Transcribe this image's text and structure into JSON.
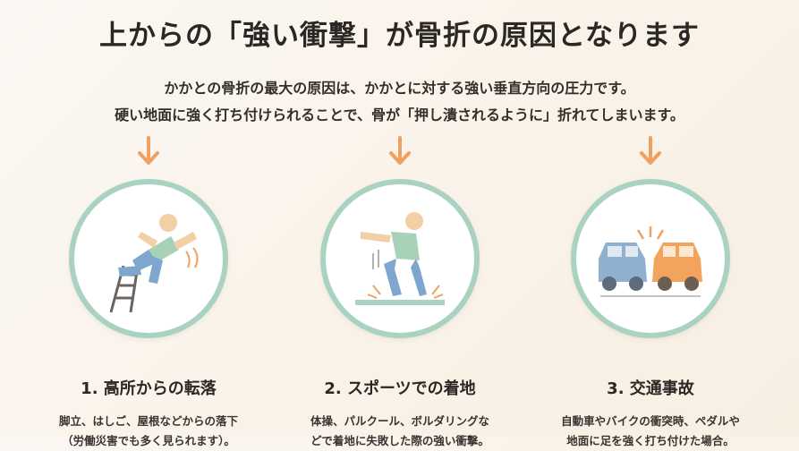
{
  "header": {
    "title": "上からの「強い衝撃」が骨折の原因となります",
    "lead_lines": [
      "かかとの骨折の最大の原因は、かかとに対する強い垂直方向の圧力です。",
      "硬い地面に強く打ち付けられることで、骨が「押し潰されるように」折れてしまいます。"
    ]
  },
  "causes": [
    {
      "title": "1. 高所からの転落",
      "desc_lines": [
        "脚立、はしご、屋根などからの落下",
        "（労働災害でも多く見られます）。"
      ],
      "icon": "falling-person-icon"
    },
    {
      "title": "2. スポーツでの着地",
      "desc_lines": [
        "体操、パルクール、ボルダリングな",
        "どで着地に失敗した際の強い衝撃。"
      ],
      "icon": "jump-landing-icon"
    },
    {
      "title": "3. 交通事故",
      "desc_lines": [
        "自動車やバイクの衝突時、ペダルや",
        "地面に足を強く打ち付けた場合。"
      ],
      "icon": "car-collision-icon"
    }
  ],
  "colors": {
    "accent_arrow": "#f1a15f",
    "circle_border": "#a9d3c0",
    "figure_blue": "#7ea6cf",
    "figure_green": "#a8d2b8",
    "car_orange": "#f2a45c",
    "car_blue": "#8fb0cf"
  }
}
